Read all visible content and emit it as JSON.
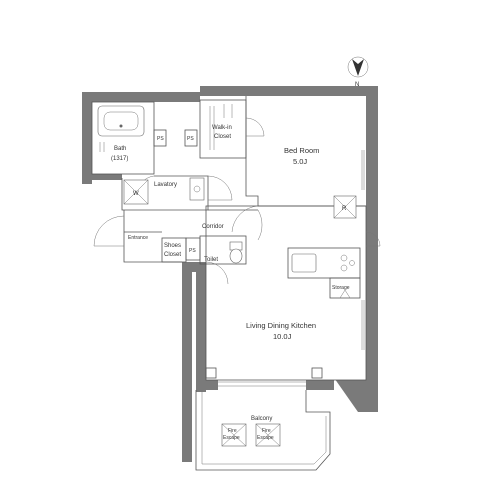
{
  "compass": {
    "label": "N"
  },
  "rooms": {
    "bath": {
      "name": "Bath",
      "size": "(1317)"
    },
    "walk_in": {
      "line1": "Walk-in",
      "line2": "Closet"
    },
    "bedroom": {
      "name": "Bed Room",
      "size": "5.0J"
    },
    "lavatory": {
      "name": "Lavatory"
    },
    "corridor": {
      "name": "Corridor"
    },
    "entrance": {
      "name": "Entrance"
    },
    "shoes": {
      "line1": "Shoes",
      "line2": "Closet"
    },
    "toilet": {
      "name": "Toilet"
    },
    "storage": {
      "name": "Storage"
    },
    "ldk": {
      "name": "Living Dining Kitchen",
      "size": "10.0J"
    },
    "balcony": {
      "name": "Balcony"
    }
  },
  "marks": {
    "ps": "PS",
    "washer": "W",
    "refrigerator": "R",
    "fire_escape": {
      "line1": "Fire",
      "line2": "Escape"
    }
  }
}
